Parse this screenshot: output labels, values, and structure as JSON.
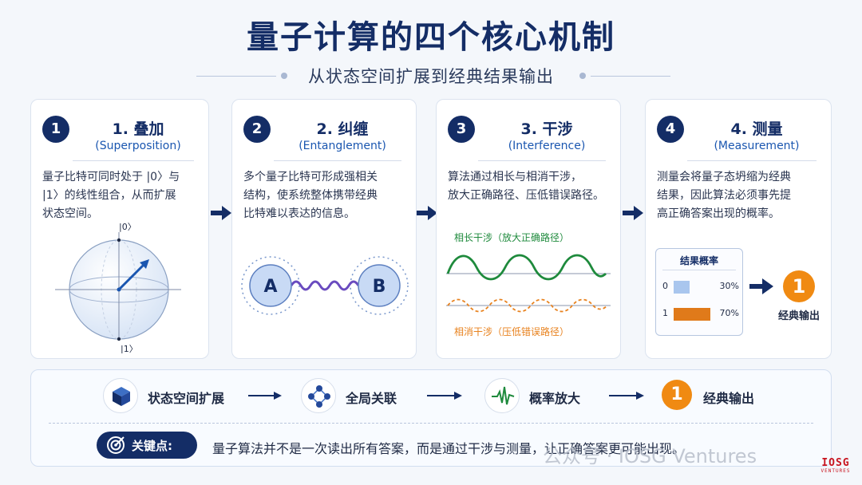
{
  "header": {
    "title": "量子计算的四个核心机制",
    "subtitle": "从状态空间扩展到经典结果输出"
  },
  "cards": [
    {
      "num": "1",
      "title": "1. 叠加",
      "subtitle": "(Superposition)",
      "desc_lines": [
        "量子比特可同时处于 |0〉与",
        "|1〉的线性组合，从而扩展",
        "状态空间。"
      ],
      "labels": {
        "ket0": "|0〉",
        "ket1": "|1〉"
      }
    },
    {
      "num": "2",
      "title": "2. 纠缠",
      "subtitle": "(Entanglement)",
      "desc_lines": [
        "多个量子比特可形成强相关",
        "结构，使系统整体携带经典",
        "比特难以表达的信息。"
      ],
      "labels": {
        "node_a": "A",
        "node_b": "B"
      }
    },
    {
      "num": "3",
      "title": "3. 干涉",
      "subtitle": "(Interference)",
      "desc_lines": [
        "算法通过相长与相消干涉，",
        "放大正确路径、压低错误路径。"
      ],
      "labels": {
        "constructive": "相长干涉（放大正确路径）",
        "destructive": "相消干涉（压低错误路径）"
      }
    },
    {
      "num": "4",
      "title": "4. 测量",
      "subtitle": "(Measurement)",
      "desc_lines": [
        "测量会将量子态坍缩为经典",
        "结果，因此算法必须事先提",
        "高正确答案出现的概率。"
      ],
      "prob_title": "结果概率",
      "probs": [
        {
          "outcome": "0",
          "value": 30,
          "label": "30%"
        },
        {
          "outcome": "1",
          "value": 70,
          "label": "70%"
        }
      ],
      "result_value": "1",
      "result_label": "经典输出"
    }
  ],
  "summary": {
    "steps": [
      {
        "icon": "cube-icon",
        "label": "状态空间扩展"
      },
      {
        "icon": "network-icon",
        "label": "全局关联"
      },
      {
        "icon": "waveform-icon",
        "label": "概率放大"
      },
      {
        "icon": "output-one-icon",
        "label": "经典输出",
        "value": "1"
      }
    ],
    "key_label": "关键点:",
    "key_text": "量子算法并不是一次读出所有答案，而是通过干涉与测量，让正确答案更可能出现。"
  },
  "watermark": "公众号 · IOSG Ventures",
  "logo": {
    "main": "IOSG",
    "sub": "VENTURES"
  },
  "colors": {
    "navy": "#142d66",
    "accent_blue": "#1a56b0",
    "constructive_green": "#1e8a3c",
    "destructive_orange": "#e8821e",
    "prob_low": "#a9c6ee",
    "prob_high": "#e07a1a",
    "output_orange": "#f08a12"
  }
}
